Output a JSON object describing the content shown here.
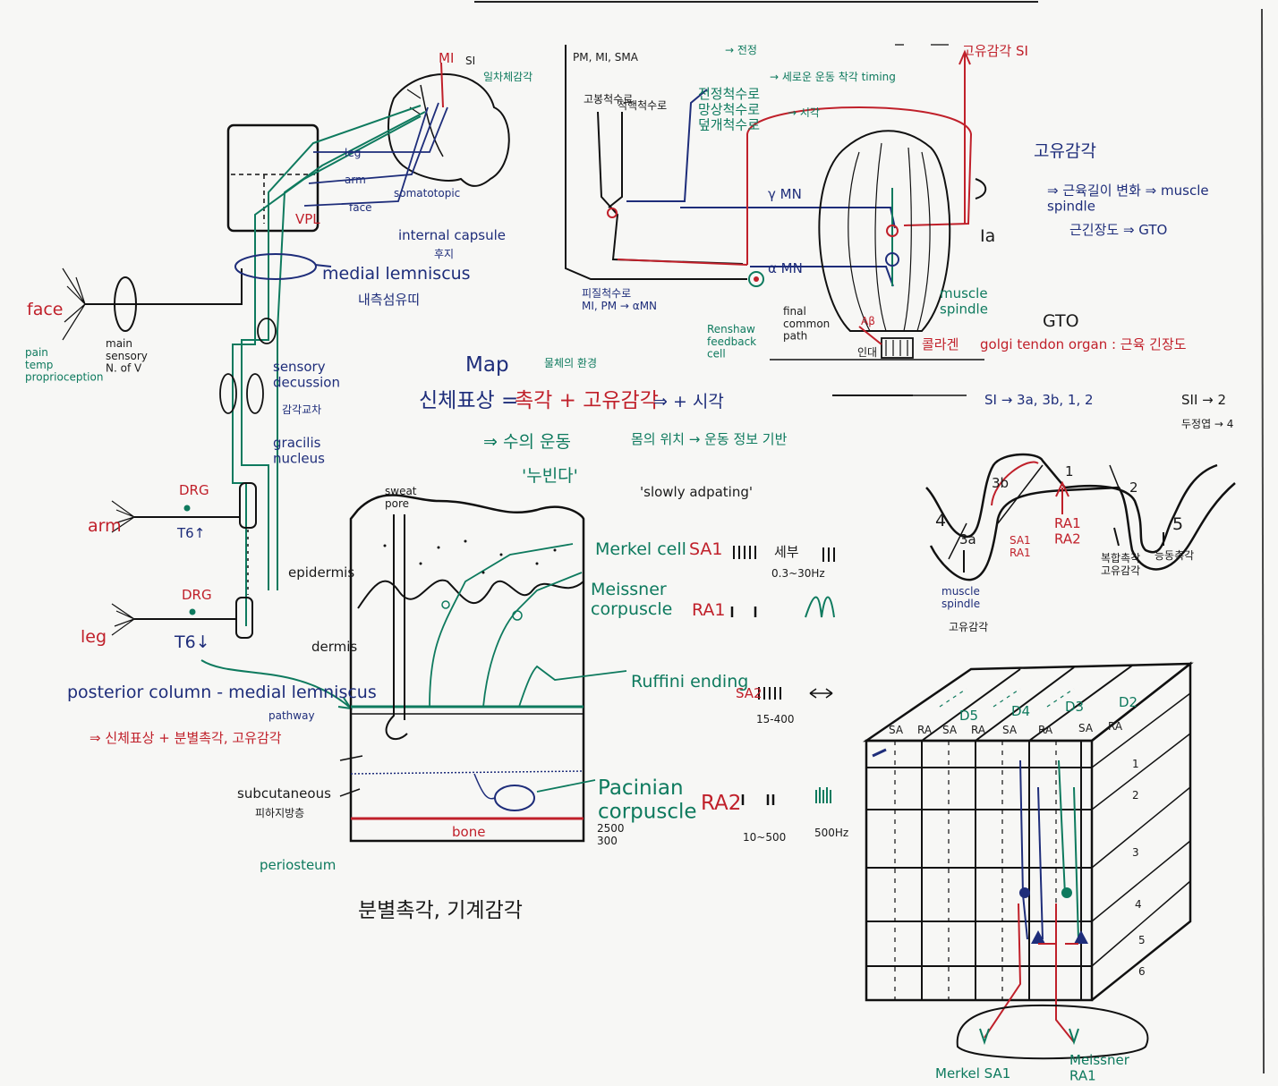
{
  "colors": {
    "blue": "#1e2d7a",
    "green": "#0e7a5e",
    "red": "#c0202a",
    "black": "#1a1a1a",
    "board": "#f7f7f5"
  },
  "pathway": {
    "m1": "MI",
    "si": "SI",
    "si_note": "일차체감각",
    "leg": "leg",
    "arm": "arm",
    "face": "face",
    "somatotopic": "somatotopic",
    "vpl": "VPL",
    "internal_capsule": "internal capsule",
    "internal_capsule_ko": "후지",
    "medial_lemniscus": "medial lemniscus",
    "medial_lemniscus_ko": "내측섬유띠",
    "face_root": "face",
    "pain_temp": "pain\ntemp\nproprioception",
    "main_sensory": "main\nsensory\nN. of V",
    "sensory_decussion": "sensory\ndecussion",
    "decussion_ko": "감각교차",
    "gracilis": "gracilis\nnucleus",
    "drg": "DRG",
    "arm_root": "arm",
    "t6_up": "T6↑",
    "t6_down": "T6↓",
    "leg_root": "leg",
    "posterior_column": "posterior column - medial lemniscus",
    "posterior_pathway": "pathway",
    "summary": "⇒ 신체표상 + 분별촉각, 고유감각"
  },
  "map": {
    "title": "Map",
    "equation_lhs": "신체표상 =",
    "equation_rhs": "촉각 + 고유감각",
    "plus_vision": "⇒ + 시각",
    "env_note": "물체의 환경",
    "pos_note": "몸의 위치 → 운동 정보 기반",
    "voluntary": "⇒ 수의 운동",
    "nubinda": "'누빈다'",
    "slowly": "'slowly adpating'"
  },
  "skin": {
    "sweat_pore": "sweat\npore",
    "epidermis": "epidermis",
    "dermis": "dermis",
    "subcutaneous": "subcutaneous",
    "subcutaneous_ko": "피하지방층",
    "periosteum": "periosteum",
    "bone": "bone",
    "receptors": [
      {
        "name": "Merkel cell",
        "type": "SA1",
        "note": "세부",
        "range": "0.3~30Hz"
      },
      {
        "name": "Meissner\ncorpuscle",
        "type": "RA1",
        "note": "",
        "range": ""
      },
      {
        "name": "Ruffini ending",
        "type": "SA2",
        "note": "",
        "range": "15-400"
      },
      {
        "name": "Pacinian\ncorpuscle",
        "type": "RA2",
        "note": "500Hz",
        "range": "10~500"
      }
    ],
    "pacinian_extra": "2500\n300",
    "caption": "분별촉각, 기계감각"
  },
  "spinal": {
    "tracts_top": "PM, MI, SMA",
    "tract1": "고봉척수로",
    "tract2": "적핵척수로",
    "tracts_right": "전정척수로\n망상척수로\n덮개척수로",
    "tr_note1": "→ 전정",
    "tr_note2": "→ 세로운 운동 착각 timing",
    "tr_note3": "→ 시각",
    "gamma_mn": "γ MN",
    "alpha_mn": "α MN",
    "cortico": "피질척수로\nMI, PM → αMN",
    "renshaw": "Renshaw\nfeedback\ncell",
    "final_path": "final\ncommon\npath",
    "muscle_spindle": "muscle\nspindle",
    "ia": "Ia",
    "ab": "Aβ",
    "tendon": "인대",
    "collagen": "콜라겐",
    "golgi": "golgi tendon organ : 근육 긴장도",
    "gto_label": "GTO",
    "proprio_si": "고유감각 SI"
  },
  "proprio": {
    "title": "고유감각",
    "line1": "⇒ 근육길이 변화 ⇒ muscle\nspindle",
    "line2": "근긴장도 ⇒ GTO"
  },
  "cortex": {
    "s1_map": "SI → 3a, 3b, 1, 2",
    "s2_map": "SII → 2",
    "s2_note": "두정엽 → 4",
    "area4": "4",
    "area3a": "3a",
    "area3b": "3b",
    "area1": "1",
    "area2": "2",
    "area5": "5",
    "ms_label": "muscle\nspindle",
    "ms_ko": "고유감각",
    "sa_ra": "SA1\nRA1",
    "ra_pair": "RA1\nRA2",
    "complex": "복합촉각\n고유감각",
    "active": "능동촉각"
  },
  "column": {
    "digits": [
      "D5",
      "D4",
      "D3",
      "D2"
    ],
    "sa": "SA",
    "ra": "RA",
    "layers": [
      "1",
      "2",
      "3",
      "4",
      "5",
      "6"
    ],
    "merkel": "Merkel SA1",
    "meissner": "Meissner\nRA1"
  }
}
